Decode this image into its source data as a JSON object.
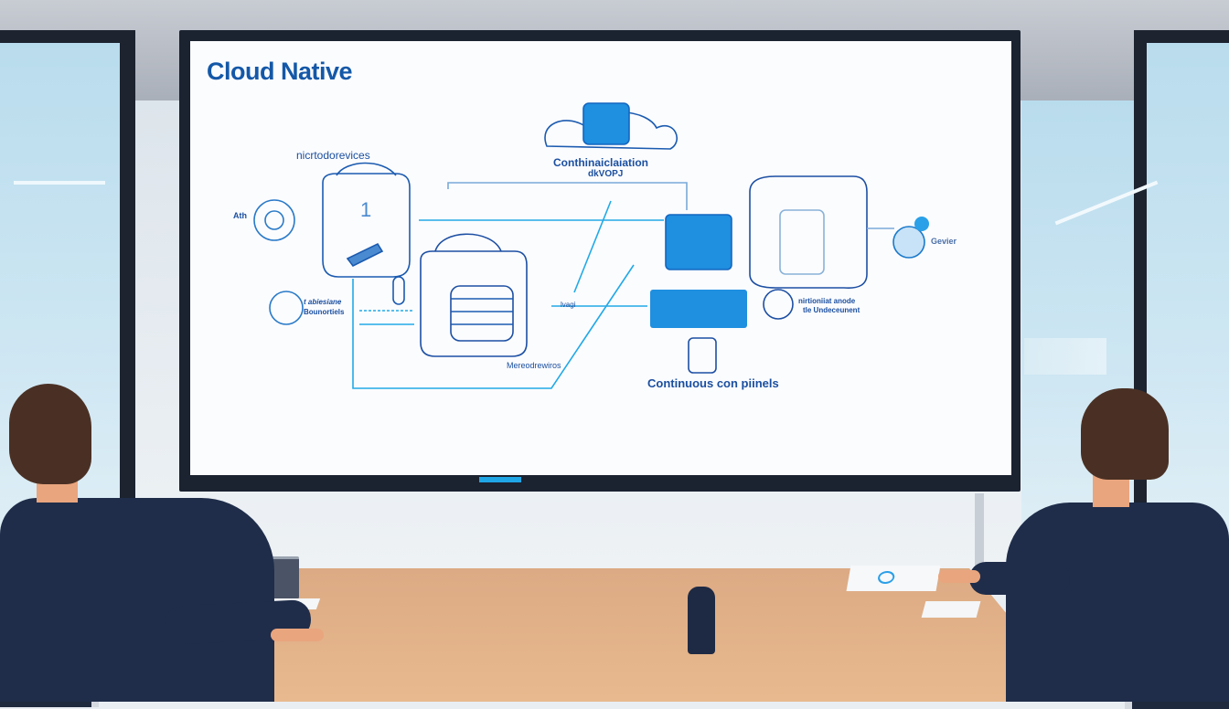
{
  "scene": {
    "description": "Cartoon illustration of two businessmen in suits seated at a conference table, viewing a wall-mounted display showing a cloud-native architecture diagram",
    "colors": {
      "accent_blue": "#1fa6e6",
      "diagram_blue": "#1b4fa0",
      "suit_navy": "#1f2d4a",
      "table_tan": "#e2b189",
      "frame_dark": "#1b2230"
    }
  },
  "slide": {
    "title": "Cloud Native",
    "labels": {
      "microservices_top": "nicrtodorevices",
      "auth": "Ath",
      "continuous_integration": "Conthinaiclaiation",
      "devops": "dkVOPJ",
      "components": "t abiesiane",
      "components2": "Bounortiels",
      "microservices_bottom": "Mereodrewiros",
      "server": "Gevier",
      "monitoring": "nirtioniiat anode",
      "monitoring2": "tle Undeceunent",
      "pipelines": "Continuous con piinels",
      "bridge": "lvagi"
    },
    "icons": [
      "database-icon",
      "cloud-icon",
      "gear-icon",
      "server-icon",
      "globe-icon",
      "dashboard-icon",
      "wrench-icon"
    ]
  },
  "table_items": [
    "coffee-cup",
    "paper-sheet",
    "phone-stand",
    "document-with-logo"
  ]
}
